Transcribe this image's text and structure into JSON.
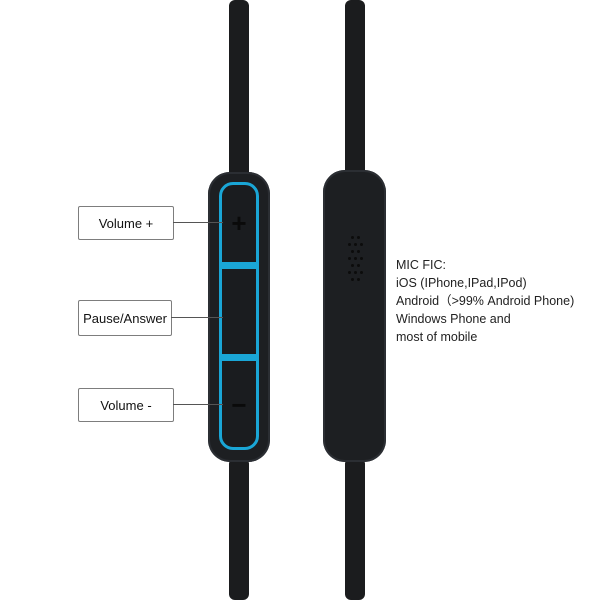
{
  "labels": {
    "volume_up": "Volume +",
    "pause_answer": "Pause/Answer",
    "volume_down": "Volume -"
  },
  "button_symbols": {
    "plus": "+",
    "minus": "−"
  },
  "mic_info": {
    "lines": [
      "MIC FIC:",
      "iOS (IPhone,IPad,IPod)",
      "Android（>99% Android Phone)",
      "Windows Phone and",
      "most of mobile"
    ]
  },
  "colors": {
    "accent_blue": "#1aa6d6",
    "cable_black": "#1b1c1e"
  }
}
